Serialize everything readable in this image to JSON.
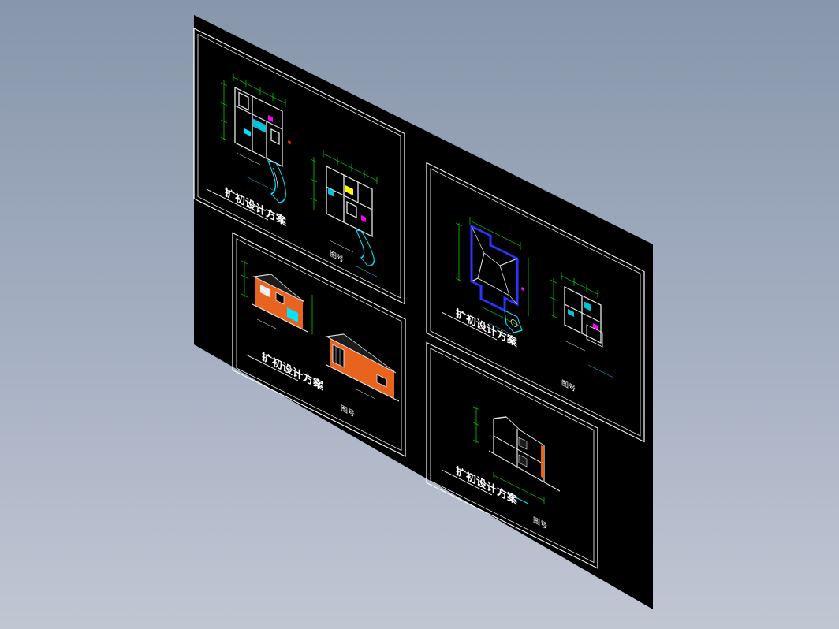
{
  "colors": {
    "background_top": "#8796ab",
    "background_bottom": "#c1c6d3",
    "sheet": "#000000",
    "frame": "#ffffff",
    "dim_green": "#00d000",
    "cad_cyan": "#00e5ff",
    "facade_orange": "#e8641e",
    "roof_blue": "#2a35ff",
    "accent_magenta": "#ff00ff",
    "accent_yellow": "#ffff00",
    "accent_red": "#ff2020"
  },
  "drawing_sheets": [
    {
      "id": "floor-plans",
      "title": "扩初设计方案",
      "tag": "图号"
    },
    {
      "id": "roof-plans",
      "title": "扩初设计方案",
      "tag": "图号"
    },
    {
      "id": "elevations",
      "title": "扩初设计方案",
      "tag": "图号"
    },
    {
      "id": "section",
      "title": "扩初设计方案",
      "tag": "图号"
    }
  ]
}
